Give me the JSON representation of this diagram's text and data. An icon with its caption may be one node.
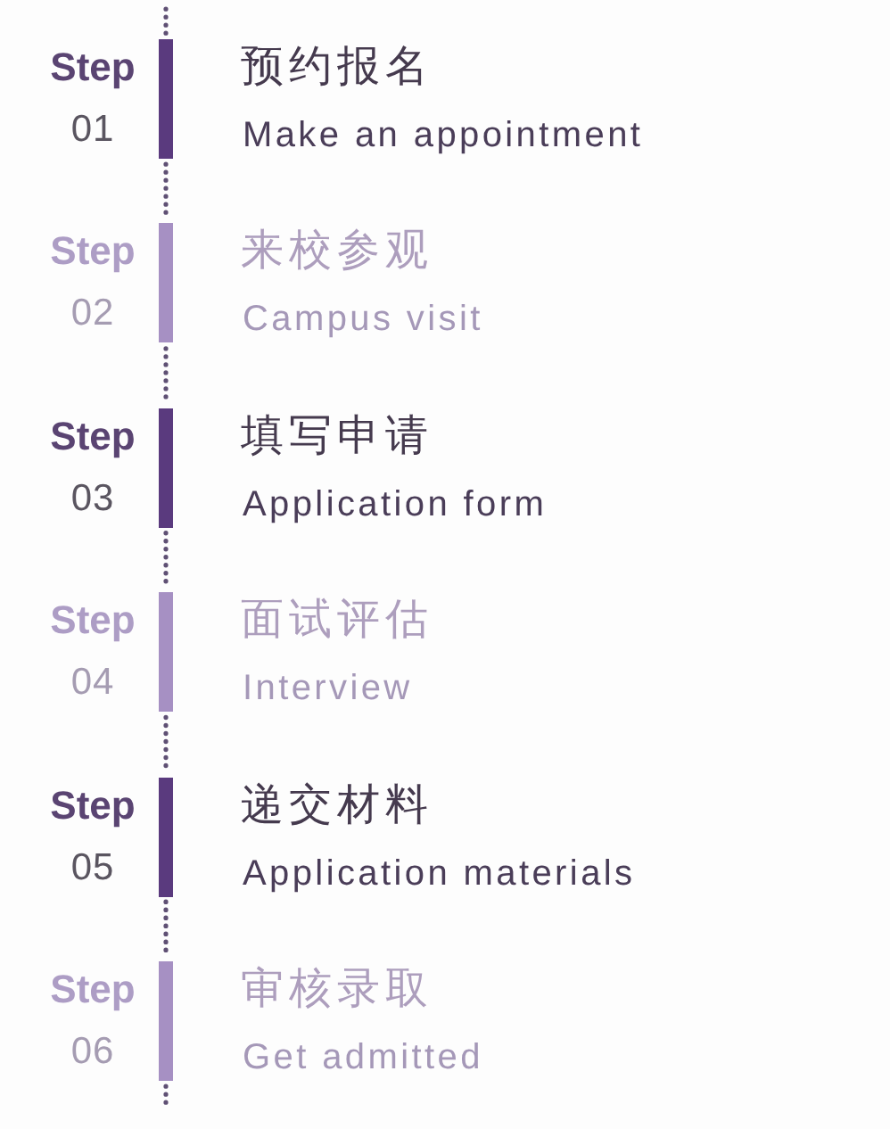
{
  "diagram": {
    "nodes": [
      {
        "text": [],
        "shape": "bar",
        "beside": [
          "Step",
          "01",
          "预约报名",
          "Make an appointment"
        ]
      },
      {
        "text": [],
        "shape": "bar",
        "beside": [
          "Step",
          "02",
          "来校参观",
          "Campus visit"
        ]
      },
      {
        "text": [],
        "shape": "bar",
        "beside": [
          "Step",
          "03",
          "填写申请",
          "Application form"
        ]
      },
      {
        "text": [],
        "shape": "bar",
        "beside": [
          "Step",
          "04",
          "面试评估",
          "Interview"
        ]
      },
      {
        "text": [],
        "shape": "bar",
        "beside": [
          "Step",
          "05",
          "递交材料",
          "Application materials"
        ]
      },
      {
        "text": [],
        "shape": "bar",
        "beside": [
          "Step",
          "06",
          "审核录取",
          "Get admitted"
        ]
      }
    ],
    "edges": [
      {
        "from": null,
        "to": 0,
        "arrow": "none",
        "style": "dashed"
      },
      {
        "from": 0,
        "to": 1,
        "arrow": "none",
        "style": "dashed"
      },
      {
        "from": 1,
        "to": 2,
        "arrow": "none",
        "style": "dashed"
      },
      {
        "from": 2,
        "to": 3,
        "arrow": "none",
        "style": "dashed"
      },
      {
        "from": 3,
        "to": 4,
        "arrow": "none",
        "style": "dashed"
      },
      {
        "from": 4,
        "to": 5,
        "arrow": "none",
        "style": "dashed"
      },
      {
        "from": 5,
        "to": null,
        "arrow": "none",
        "style": "dashed"
      }
    ]
  }
}
